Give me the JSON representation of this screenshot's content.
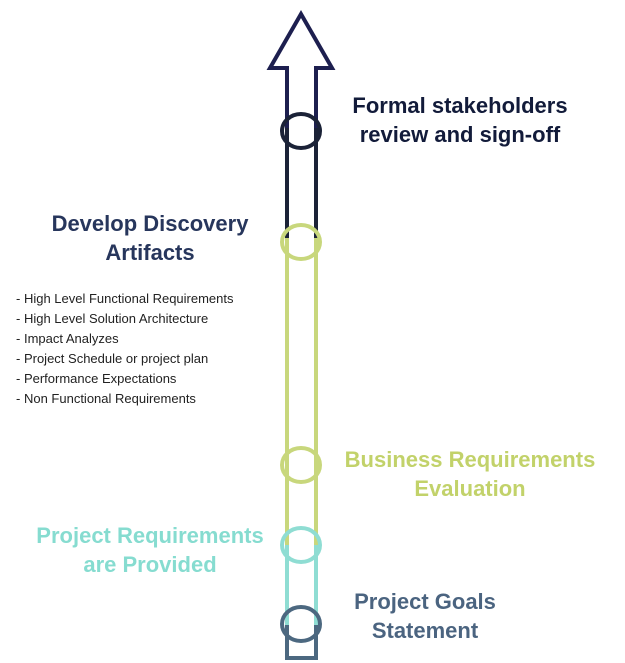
{
  "stages": {
    "formal": {
      "line1": "Formal stakeholders",
      "line2": "review and sign-off"
    },
    "discovery": {
      "line1": "Develop Discovery",
      "line2": "Artifacts",
      "items": [
        "High Level Functional Requirements",
        "High Level Solution Architecture",
        "Impact Analyzes",
        "Project Schedule or project plan",
        "Performance Expectations",
        "Non Functional Requirements"
      ]
    },
    "business": {
      "line1": "Business Requirements",
      "line2": "Evaluation"
    },
    "project_req": {
      "line1": "Project Requirements",
      "line2": "are Provided"
    },
    "goals": {
      "line1": "Project Goals",
      "line2": "Statement"
    }
  },
  "colors": {
    "top": "#1d1f4f",
    "formal": "#1b2237",
    "green": "#c8d77c",
    "teal": "#8fddd3",
    "base": "#4c6880"
  }
}
